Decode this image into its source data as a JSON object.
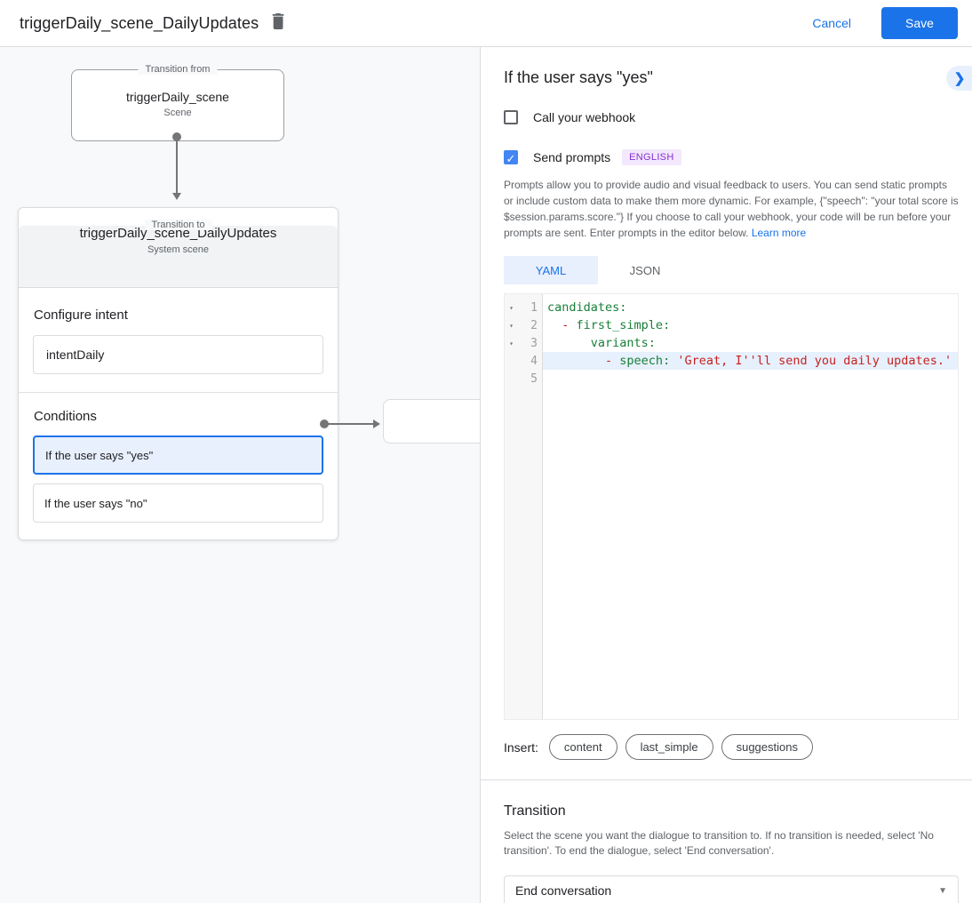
{
  "header": {
    "title": "triggerDaily_scene_DailyUpdates",
    "cancel_label": "Cancel",
    "save_label": "Save"
  },
  "colors": {
    "accent_blue": "#1a73e8",
    "selection_blue_bg": "#e8f0fe",
    "badge_purple_text": "#8430ce",
    "badge_purple_bg": "#f3e8fd",
    "yaml_key_green": "#188038",
    "yaml_string_red": "#c5221f",
    "canvas_bg": "#f8f9fa"
  },
  "diagram": {
    "from_node": {
      "legend": "Transition from",
      "title": "triggerDaily_scene",
      "subtitle": "Scene"
    },
    "to_node": {
      "legend": "Transition to",
      "title": "triggerDaily_scene_DailyUpdates",
      "subtitle": "System scene",
      "intent_heading": "Configure intent",
      "intent_value": "intentDaily",
      "conditions_heading": "Conditions",
      "conditions": [
        {
          "label": "If the user says \"yes\"",
          "selected": true
        },
        {
          "label": "If the user says \"no\"",
          "selected": false
        }
      ]
    }
  },
  "panel": {
    "title": "If the user says \"yes\"",
    "collapse_icon": "chevron-right-icon",
    "webhook": {
      "label": "Call your webhook",
      "checked": false
    },
    "prompts": {
      "label": "Send prompts",
      "checked": true,
      "badge": "ENGLISH"
    },
    "description": "Prompts allow you to provide audio and visual feedback to users. You can send static prompts or include custom data to make them more dynamic. For example, {\"speech\": \"your total score is $session.params.score.\"} If you choose to call your webhook, your code will be run before your prompts are sent. Enter prompts in the editor below.",
    "learn_more": "Learn more",
    "tabs": [
      {
        "label": "YAML",
        "active": true
      },
      {
        "label": "JSON",
        "active": false
      }
    ],
    "editor": {
      "lines": [
        {
          "num": 1,
          "fold": true,
          "highlight": false,
          "segments": [
            {
              "t": "candidates:",
              "c": "key"
            }
          ]
        },
        {
          "num": 2,
          "fold": true,
          "highlight": false,
          "segments": [
            {
              "t": "  ",
              "c": "plain"
            },
            {
              "t": "- ",
              "c": "dash"
            },
            {
              "t": "first_simple:",
              "c": "key"
            }
          ]
        },
        {
          "num": 3,
          "fold": true,
          "highlight": false,
          "segments": [
            {
              "t": "      ",
              "c": "plain"
            },
            {
              "t": "variants:",
              "c": "key"
            }
          ]
        },
        {
          "num": 4,
          "fold": false,
          "highlight": true,
          "segments": [
            {
              "t": "        ",
              "c": "plain"
            },
            {
              "t": "- ",
              "c": "dash"
            },
            {
              "t": "speech: ",
              "c": "key"
            },
            {
              "t": "'Great, I''ll send you daily updates.'",
              "c": "string"
            }
          ]
        },
        {
          "num": 5,
          "fold": false,
          "highlight": false,
          "segments": []
        }
      ]
    },
    "insert": {
      "label": "Insert:",
      "chips": [
        "content",
        "last_simple",
        "suggestions"
      ]
    },
    "transition": {
      "heading": "Transition",
      "description": "Select the scene you want the dialogue to transition to. If no transition is needed, select 'No transition'. To end the dialogue, select 'End conversation'.",
      "select_value": "End conversation"
    }
  }
}
